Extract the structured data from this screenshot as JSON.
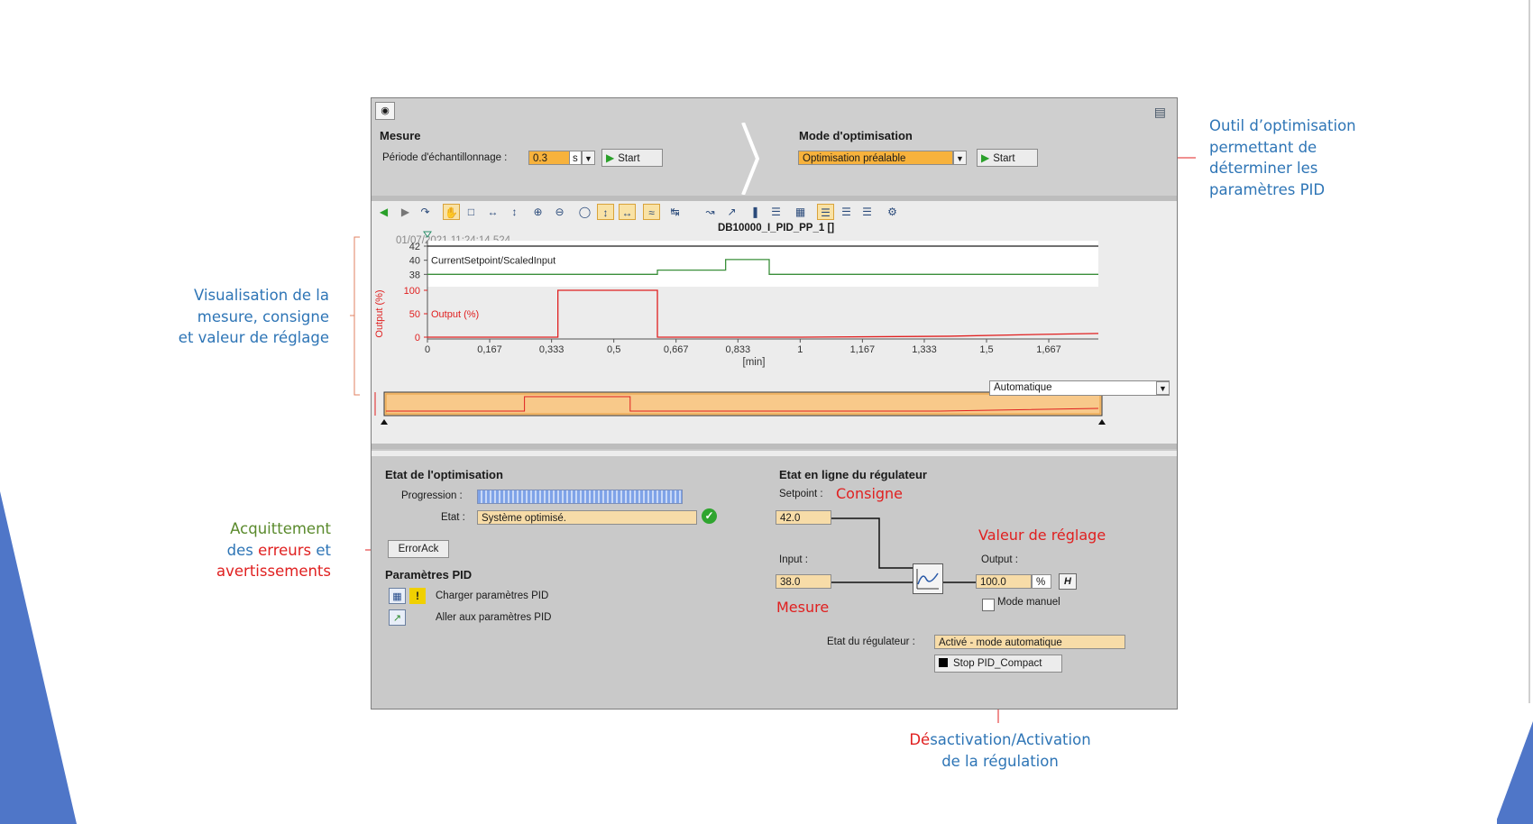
{
  "annotations": {
    "outil": [
      "Outil d’optimisation",
      "permettant de",
      "déterminer les",
      "paramètres  PID"
    ],
    "visu": [
      "Visualisation de la",
      "mesure, consigne",
      "et valeur de réglage"
    ],
    "acq_l1": "Acquittement",
    "acq_l2_a": "des ",
    "acq_l2_b": "erreurs",
    "acq_l2_c": " et",
    "acq_l3": "avertissements",
    "desact_d": "D",
    "desact_e": "é",
    "desact_rest": "sactivation/Activation",
    "desact_l2": "de la régulation"
  },
  "mesure": {
    "title": "Mesure",
    "periode_label": "Période d'échantillonnage :",
    "periode_value": "0.3",
    "unit": "s",
    "start": "Start"
  },
  "mode": {
    "title": "Mode d'optimisation",
    "value": "Optimisation préalable",
    "start": "Start"
  },
  "trend": {
    "title": "DB10000_I_PID_PP_1 []",
    "timestamp": "01/07/2021 11:24:14.524",
    "mode_select": "Automatique"
  },
  "chart_data": {
    "type": "line",
    "xlabel": "[min]",
    "ylabel_lower": "Output (%)",
    "x_ticks": [
      "0",
      "0,167",
      "0,333",
      "0,5",
      "0,667",
      "0,833",
      "1",
      "1,167",
      "1,333",
      "1,5",
      "1,667"
    ],
    "upper": {
      "ylim": [
        36,
        42
      ],
      "y_ticks": [
        "42",
        "40",
        "38"
      ],
      "series": [
        {
          "name": "CurrentSetpoint/ScaledInput",
          "color": "#3a8f3a",
          "x": [
            0,
            0.617,
            0.617,
            0.8,
            0.8,
            0.917,
            0.917,
            1.8
          ],
          "y": [
            38.0,
            38.0,
            38.6,
            38.6,
            40.1,
            40.1,
            38.0,
            38.0
          ]
        },
        {
          "name": "",
          "color": "#1a1a1a",
          "x": [
            0,
            1.8
          ],
          "y": [
            42,
            42
          ]
        }
      ]
    },
    "lower": {
      "ylim": [
        0,
        100
      ],
      "y_ticks": [
        "100",
        "50",
        "0"
      ],
      "series": [
        {
          "name": "Output (%)",
          "color": "#e02020",
          "x": [
            0,
            0.35,
            0.35,
            0.617,
            0.617,
            1.0,
            1.4,
            1.65,
            1.8
          ],
          "y": [
            0,
            0,
            100,
            100,
            0,
            0,
            2,
            6,
            8
          ]
        }
      ]
    }
  },
  "etat_opt": {
    "title": "Etat de l'optimisation",
    "progression": "Progression :",
    "etat_label": "Etat :",
    "etat_value": "Système optimisé.",
    "error_ack": "ErrorAck"
  },
  "params": {
    "title": "Paramètres PID",
    "charger": "Charger paramètres PID",
    "aller": "Aller aux paramètres PID"
  },
  "etat_ligne": {
    "title": "Etat en ligne du régulateur",
    "setpoint_label": "Setpoint :",
    "setpoint_value": "42.0",
    "consigne": "Consigne",
    "input_label": "Input :",
    "input_value": "38.0",
    "mesure": "Mesure",
    "valeur_reglage": "Valeur de réglage",
    "output_label": "Output :",
    "output_value": "100.0",
    "output_unit": "%",
    "mode_manuel": "Mode manuel",
    "etat_reg_label": "Etat du régulateur :",
    "etat_reg_value": "Activé - mode automatique",
    "stop": "Stop PID_Compact"
  }
}
